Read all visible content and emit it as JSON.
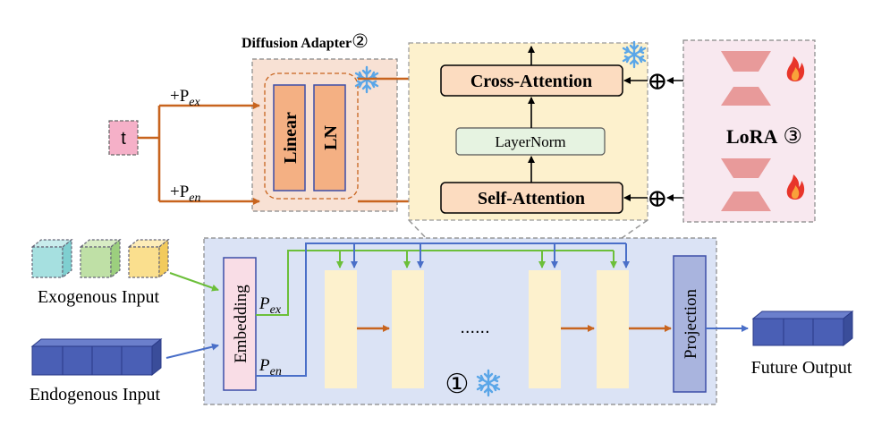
{
  "diffusion_adapter": {
    "title": "Diffusion Adapter",
    "number": "②",
    "linear_label": "Linear",
    "ln_label": "LN"
  },
  "timestep": {
    "label": "t"
  },
  "positional": {
    "ex_plus": "+P",
    "ex_sub": "ex",
    "en_plus": "+P",
    "en_sub": "en",
    "ex_p": "P",
    "en_p": "P"
  },
  "transformer_block": {
    "cross_attention": "Cross-Attention",
    "layernorm": "LayerNorm",
    "self_attention": "Self-Attention",
    "plus_symbol": "⊕"
  },
  "lora": {
    "label": "LoRA",
    "number": "③"
  },
  "backbone": {
    "embedding": "Embedding",
    "projection": "Projection",
    "ellipsis": "......",
    "number": "①"
  },
  "inputs": {
    "exogenous": "Exogenous Input",
    "endogenous": "Endogenous Input"
  },
  "output": {
    "label": "Future Output"
  },
  "colors": {
    "orange_arrow": "#c8641e",
    "green_arrow": "#6cbf3a",
    "blue_arrow": "#4a6fc8",
    "adapter_bg": "#f8e1d4",
    "block_bg": "#fdf1cd",
    "backbone_bg": "#dbe3f5",
    "lora_bg": "#f8e8ef",
    "attn_fill": "#fcdcc0",
    "layernorm_fill": "#e6f3e1",
    "linear_fill": "#f4b083",
    "embedding_fill": "#f9dde6",
    "projection_fill": "#a9b4de",
    "cube_blue": "#4a5fb5"
  }
}
